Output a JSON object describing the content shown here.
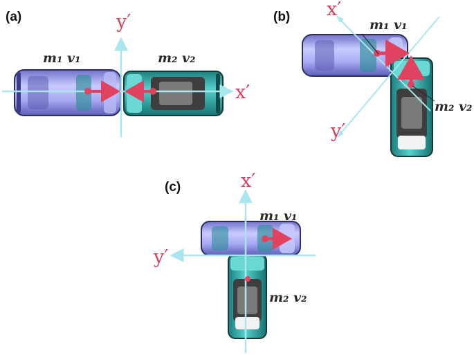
{
  "colors": {
    "axis": "#a9e6ee",
    "axis_label": "#d2425f",
    "car1_body": "#8f90e6",
    "car2_body": "#2fa7a5",
    "velocity_arrow": "#e0435f",
    "text": "#111111"
  },
  "panels": {
    "a": {
      "label": "(a)",
      "x_axis_label": "x′",
      "y_axis_label": "y′",
      "car1_label": "m₁ v₁",
      "car2_label": "m₂ v₂"
    },
    "b": {
      "label": "(b)",
      "x_axis_label": "x′",
      "y_axis_label": "y′",
      "car1_label": "m₁ v₁",
      "car2_label": "m₂ v₂"
    },
    "c": {
      "label": "(c)",
      "x_axis_label": "x′",
      "y_axis_label": "y′",
      "car1_label": "m₁ v₁",
      "car2_label": "m₂ v₂"
    }
  }
}
